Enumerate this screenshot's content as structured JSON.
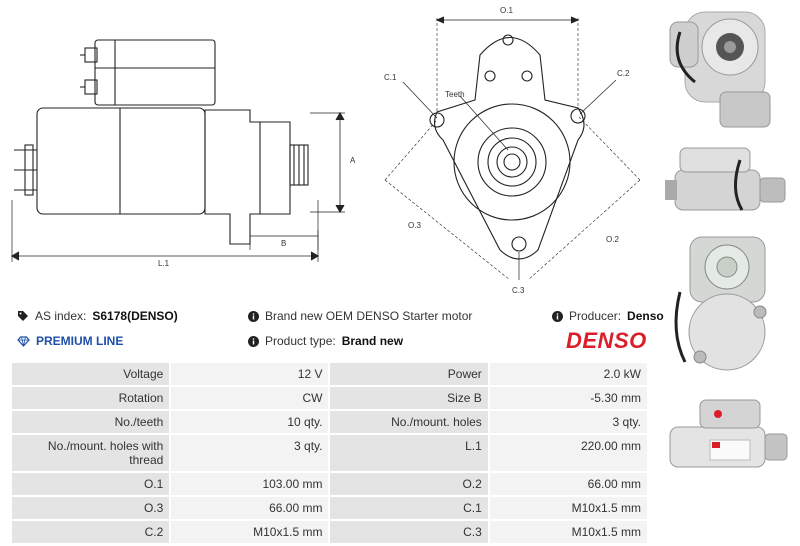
{
  "drawing": {
    "labels": {
      "A": "A",
      "B": "B",
      "L1": "L.1",
      "O1": "O.1",
      "O2": "O.2",
      "O3": "O.3",
      "C1": "C.1",
      "C2": "C.2",
      "C3": "C.3",
      "teeth": "Teeth"
    }
  },
  "info": {
    "as_index_label": "AS index:",
    "as_index_value": "S6178(DENSO)",
    "premium_line": "PREMIUM LINE",
    "description": "Brand new OEM DENSO Starter motor",
    "product_type_label": "Product type:",
    "product_type_value": "Brand new",
    "producer_label": "Producer:",
    "producer_value": "Denso",
    "logo_text": "DENSO"
  },
  "specs": [
    [
      {
        "label": "Voltage",
        "value": "12 V"
      },
      {
        "label": "Power",
        "value": "2.0 kW"
      }
    ],
    [
      {
        "label": "Rotation",
        "value": "CW"
      },
      {
        "label": "Size B",
        "value": "-5.30 mm"
      }
    ],
    [
      {
        "label": "No./teeth",
        "value": "10 qty."
      },
      {
        "label": "No./mount. holes",
        "value": "3 qty."
      }
    ],
    [
      {
        "label": "No./mount. holes with thread",
        "value": "3 qty."
      },
      {
        "label": "L.1",
        "value": "220.00 mm"
      }
    ],
    [
      {
        "label": "O.1",
        "value": "103.00 mm"
      },
      {
        "label": "O.2",
        "value": "66.00 mm"
      }
    ],
    [
      {
        "label": "O.3",
        "value": "66.00 mm"
      },
      {
        "label": "C.1",
        "value": "M10x1.5 mm"
      }
    ],
    [
      {
        "label": "C.2",
        "value": "M10x1.5 mm"
      },
      {
        "label": "C.3",
        "value": "M10x1.5 mm"
      }
    ]
  ],
  "icons": {
    "tag": "tag-icon",
    "diamond": "diamond-icon",
    "info": "info-icon"
  },
  "colors": {
    "brand_red": "#dc1e2b",
    "premium_blue": "#1f4fa8",
    "label_cell": "#e4e4e4",
    "value_cell": "#f3f3f3"
  }
}
